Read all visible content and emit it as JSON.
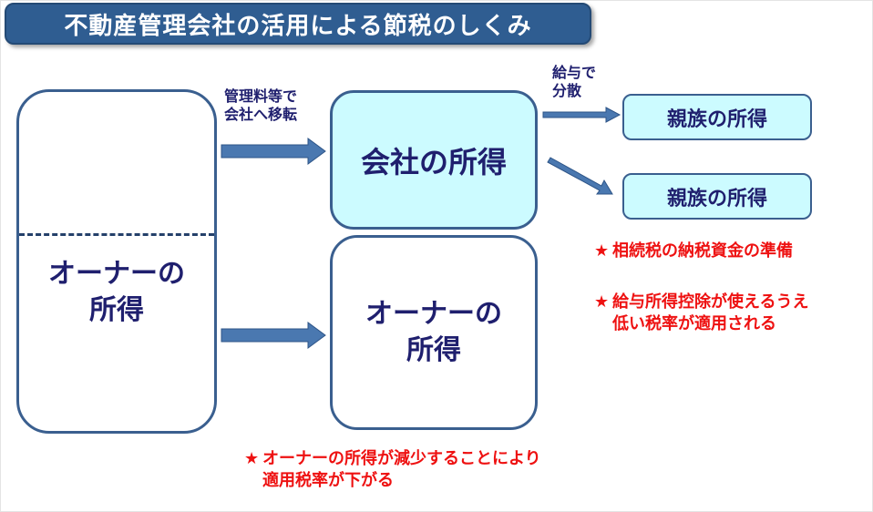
{
  "title": "不動産管理会社の活用による節税のしくみ",
  "boxes": {
    "owner_left": {
      "line1": "オーナーの",
      "line2": "所得"
    },
    "company": "会社の所得",
    "owner_right": {
      "line1": "オーナーの",
      "line2": "所得"
    },
    "family_1": "親族の所得",
    "family_2": "親族の所得"
  },
  "captions": {
    "transfer": {
      "line1": "管理料等で",
      "line2": "会社へ移転"
    },
    "salary": {
      "line1": "給与で",
      "line2": "分散"
    }
  },
  "notes": {
    "star": "★",
    "inheritance": {
      "line1": "相続税の納税資金の準備"
    },
    "salary_deduction": {
      "line1": "給与所得控除が使えるうえ",
      "line2": "低い税率が適用される"
    },
    "owner_rate": {
      "line1": "オーナーの所得が減少することにより",
      "line2": "適用税率が下がる"
    }
  },
  "colors": {
    "title_bg": "#2f5d91",
    "box_border": "#3a5f8f",
    "box_fill_light": "#ccfbff",
    "text_navy": "#1f1f6e",
    "arrow": "#4a78b0",
    "note_red": "#ee1111"
  }
}
